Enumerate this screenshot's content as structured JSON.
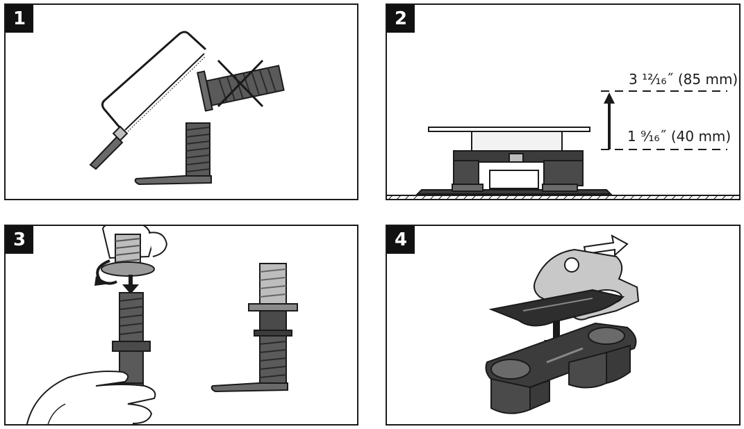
{
  "steps": [
    {
      "number": "1"
    },
    {
      "number": "2",
      "dimension_upper": "3 ¹²⁄₁₆˝ (85 mm)",
      "dimension_lower": "1 ⁹⁄₁₆˝ (40 mm)"
    },
    {
      "number": "3"
    },
    {
      "number": "4"
    }
  ],
  "icons": [
    "hacksaw-icon",
    "crossed-out-screw-icon",
    "threaded-stud-icon",
    "height-arrow-icon",
    "rotation-arrow-icon",
    "down-arrow-icon",
    "hand-icon",
    "slide-arrow-icon"
  ],
  "colors": {
    "frame": "#1a1a1a",
    "dark_part": "#3c3c3c",
    "mid_part": "#6a6a6a",
    "light_part": "#bdbdbd",
    "badge": "#111111"
  }
}
